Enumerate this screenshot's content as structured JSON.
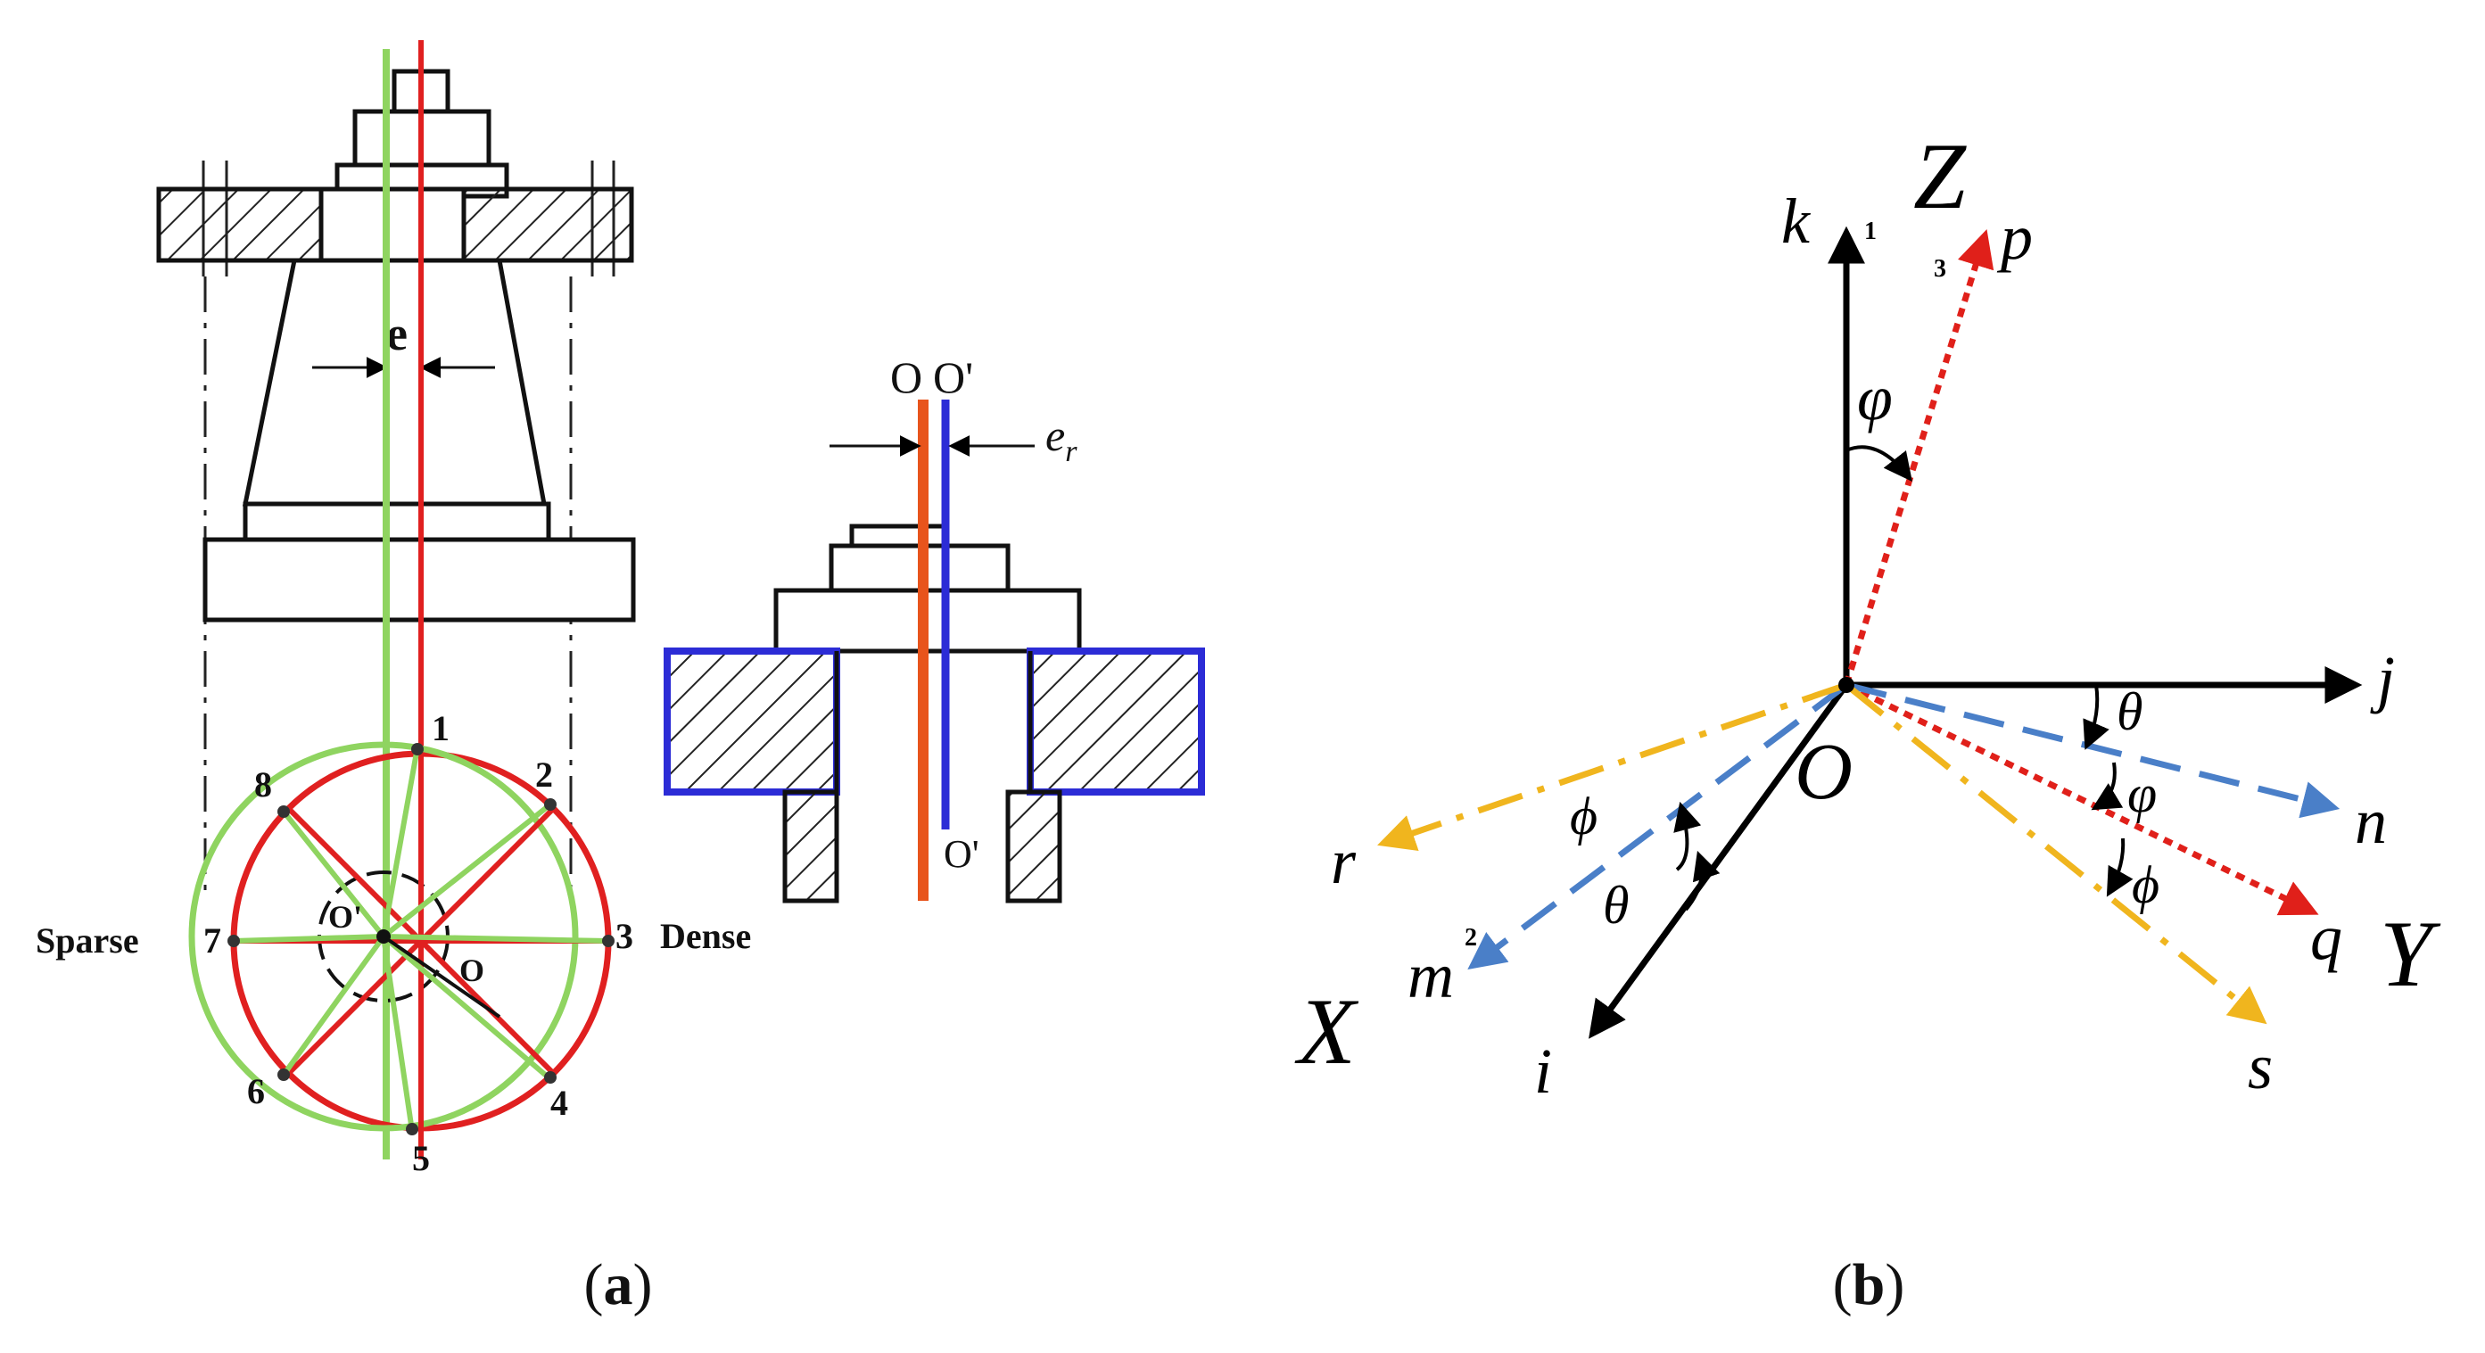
{
  "panel_a": {
    "caption_open": "(",
    "caption_letter": "a",
    "caption_close": ")",
    "eccentricity": "e",
    "axis_o": "O",
    "axis_o_prime": "O'",
    "axis_o_prime_low": "O'",
    "er_base": "e",
    "er_sub": "r",
    "circle_o_prime": "O'",
    "circle_o": "O",
    "sparse_label": "Sparse",
    "dense_label": "Dense",
    "points": [
      "1",
      "2",
      "3",
      "4",
      "5",
      "6",
      "7",
      "8"
    ],
    "colors": {
      "red": "#e02020",
      "green": "#8fd460",
      "blue": "#2c2cd6",
      "orange": "#e8541c"
    }
  },
  "panel_b": {
    "caption_open": "(",
    "caption_letter": "b",
    "caption_close": ")",
    "Z": "Z",
    "X": "X",
    "Y": "Y",
    "O": "O",
    "k": "k",
    "i": "i",
    "j": "j",
    "p": "p",
    "q": "q",
    "n": "n",
    "m": "m",
    "r": "r",
    "s": "s",
    "idx1": "1",
    "idx2": "2",
    "idx3": "3",
    "varphi": "φ",
    "theta": "θ",
    "phi": "ϕ",
    "colors": {
      "red": "#e0201a",
      "blue": "#4a7fc8",
      "yellow": "#f0b51e",
      "black": "#000000"
    }
  }
}
